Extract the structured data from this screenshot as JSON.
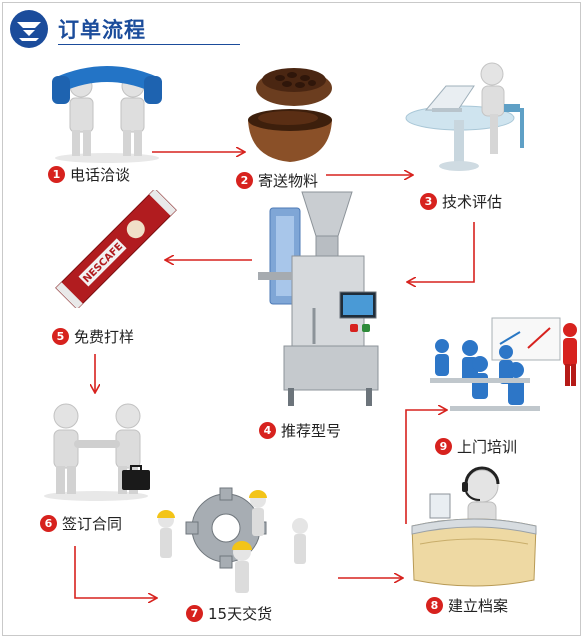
{
  "title": "订单流程",
  "accent_color": "#d7221e",
  "brand_color": "#1b4c9b",
  "steps": [
    {
      "num": "1",
      "label": "电话洽谈"
    },
    {
      "num": "2",
      "label": "寄送物料"
    },
    {
      "num": "3",
      "label": "技术评估"
    },
    {
      "num": "4",
      "label": "推荐型号"
    },
    {
      "num": "5",
      "label": "免费打样"
    },
    {
      "num": "6",
      "label": "签订合同"
    },
    {
      "num": "7",
      "label": "15天交货"
    },
    {
      "num": "8",
      "label": "建立档案"
    },
    {
      "num": "9",
      "label": "上门培训"
    }
  ],
  "icons": [
    "company-logo-icon",
    "phone-handshake-icon",
    "coffee-beans-icon",
    "engineer-laptop-icon",
    "packaging-machine-icon",
    "coffee-stick-sample-icon",
    "handshake-contract-icon",
    "gear-workers-icon",
    "reception-desk-icon",
    "training-class-icon"
  ]
}
